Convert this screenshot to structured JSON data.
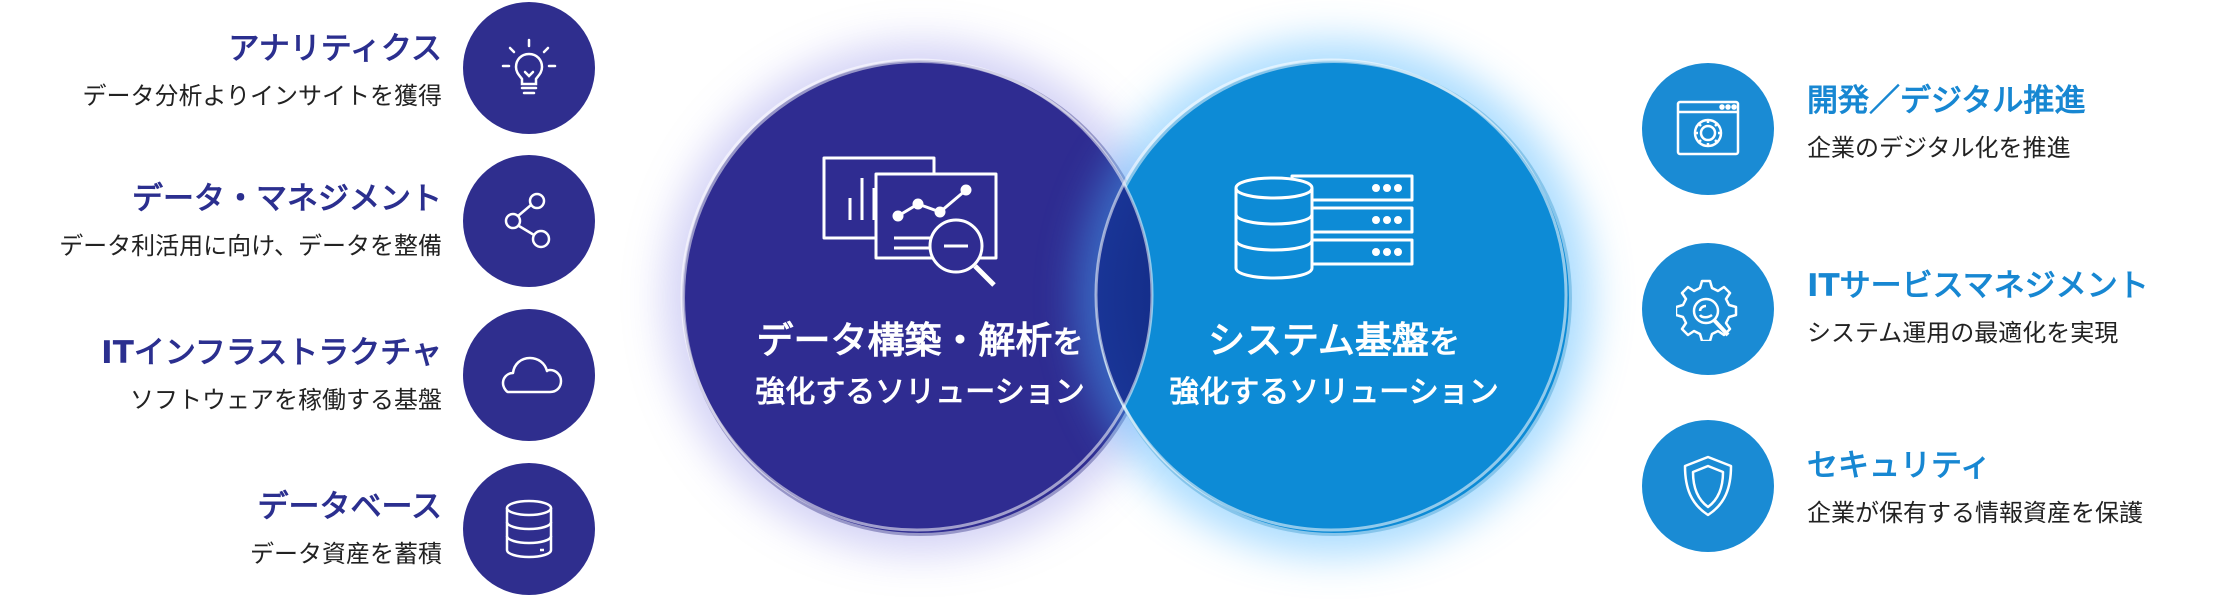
{
  "left_items": [
    {
      "title": "アナリティクス",
      "desc": "データ分析よりインサイトを獲得",
      "icon": "lightbulb-icon"
    },
    {
      "title": "データ・マネジメント",
      "desc": "データ利活用に向け、データを整備",
      "icon": "share-nodes-icon"
    },
    {
      "title": "ITインフラストラクチャ",
      "desc": "ソフトウェアを稼働する基盤",
      "icon": "cloud-icon"
    },
    {
      "title": "データベース",
      "desc": "データ資産を蓄積",
      "icon": "database-icon"
    }
  ],
  "right_items": [
    {
      "title": "開発／デジタル推進",
      "desc": "企業のデジタル化を推進",
      "icon": "gear-window-icon"
    },
    {
      "title": "ITサービスマネジメント",
      "desc": "システム運用の最適化を実現",
      "icon": "gear-magnifier-icon"
    },
    {
      "title": "セキュリティ",
      "desc": "企業が保有する情報資産を保護",
      "icon": "shield-icon"
    }
  ],
  "center_left": {
    "title_main": "データ構築・解析",
    "title_particle": "を",
    "subtitle": "強化するソリューション",
    "icon": "chart-analysis-icon"
  },
  "center_right": {
    "title_main": "システム基盤",
    "title_particle": "を",
    "subtitle": "強化するソリューション",
    "icon": "server-database-icon"
  },
  "colors": {
    "navy": "#2f2e8e",
    "blue": "#1a8bd4",
    "overlap": "#0a1e74"
  }
}
